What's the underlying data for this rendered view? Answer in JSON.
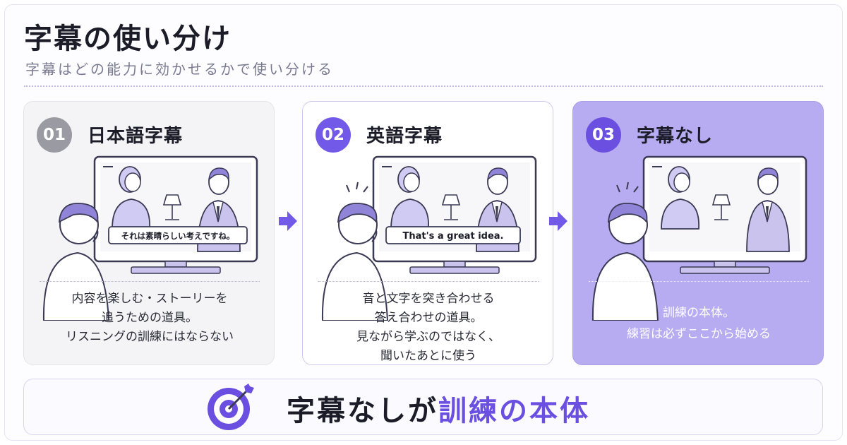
{
  "header": {
    "title": "字幕の使い分け",
    "subtitle": "字幕はどの能力に効かせるかで使い分ける"
  },
  "cards": [
    {
      "number": "01",
      "title": "日本語字幕",
      "caption": "それは素晴らしい考えですね。",
      "lines": [
        "内容を楽しむ・ストーリーを",
        "追うための道具。",
        "リスニングの訓練にはならない"
      ]
    },
    {
      "number": "02",
      "title": "英語字幕",
      "caption": "That's a great idea.",
      "lines": [
        "音と文字を突き合わせる",
        "答え合わせの道具。",
        "見ながら学ぶのではなく、",
        "聞いたあとに使う"
      ]
    },
    {
      "number": "03",
      "title": "字幕なし",
      "lines": [
        "訓練の本体。",
        "練習は必ずここから始める"
      ]
    }
  ],
  "footer": {
    "text_plain": "字幕なしが",
    "text_accent": "訓練の本体"
  },
  "colors": {
    "accent": "#6a4fe0",
    "card3_bg": "#b7acf2",
    "badge_gray": "#9a9aa2"
  }
}
